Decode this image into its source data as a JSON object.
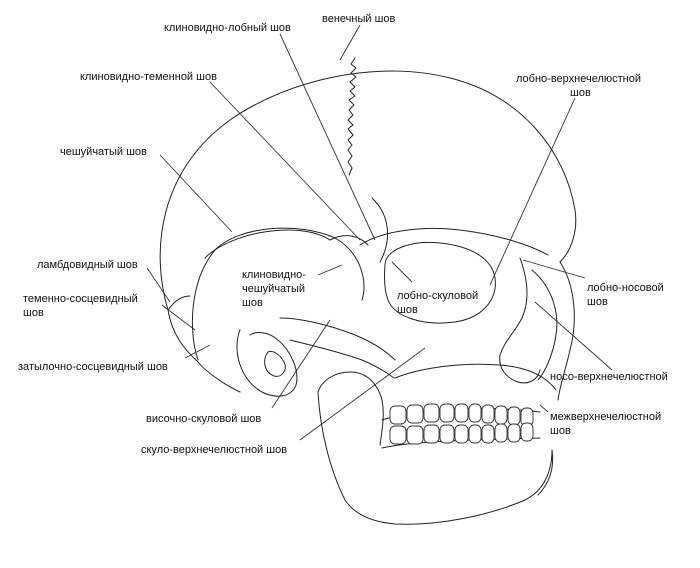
{
  "labels": {
    "sphenofrontal": "клиновидно-лобный шов",
    "coronal": "венечный шов",
    "sphenoparietal": "клиновидно-теменной шов",
    "frontomaxillary_1": "лобно-верхнечелюстной",
    "frontomaxillary_2": "шов",
    "squamous": "чешуйчатый шов",
    "sphenosquamous_1": "клиновидно-",
    "sphenosquamous_2": "чешуйчатый",
    "sphenosquamous_3": "шов",
    "lambdoid": "ламбдовидный шов",
    "frontozygomatic_1": "лобно-скуловой",
    "frontozygomatic_2": "шов",
    "frontonasal_1": "лобно-носовой",
    "frontonasal_2": "шов",
    "parietomastoid_1": "теменно-сосцевидный",
    "parietomastoid_2": "шов",
    "occipitomastoid": "затылочно-сосцевидный шов",
    "nasomaxillary": "носо-верхнечелюстной",
    "temporozygomatic": "височно-скуловой шов",
    "intermaxillary_1": "межверхнечелюстной",
    "intermaxillary_2": "шов",
    "zygomaticomaxillary": "скуло-верхнечелюстной шов"
  }
}
